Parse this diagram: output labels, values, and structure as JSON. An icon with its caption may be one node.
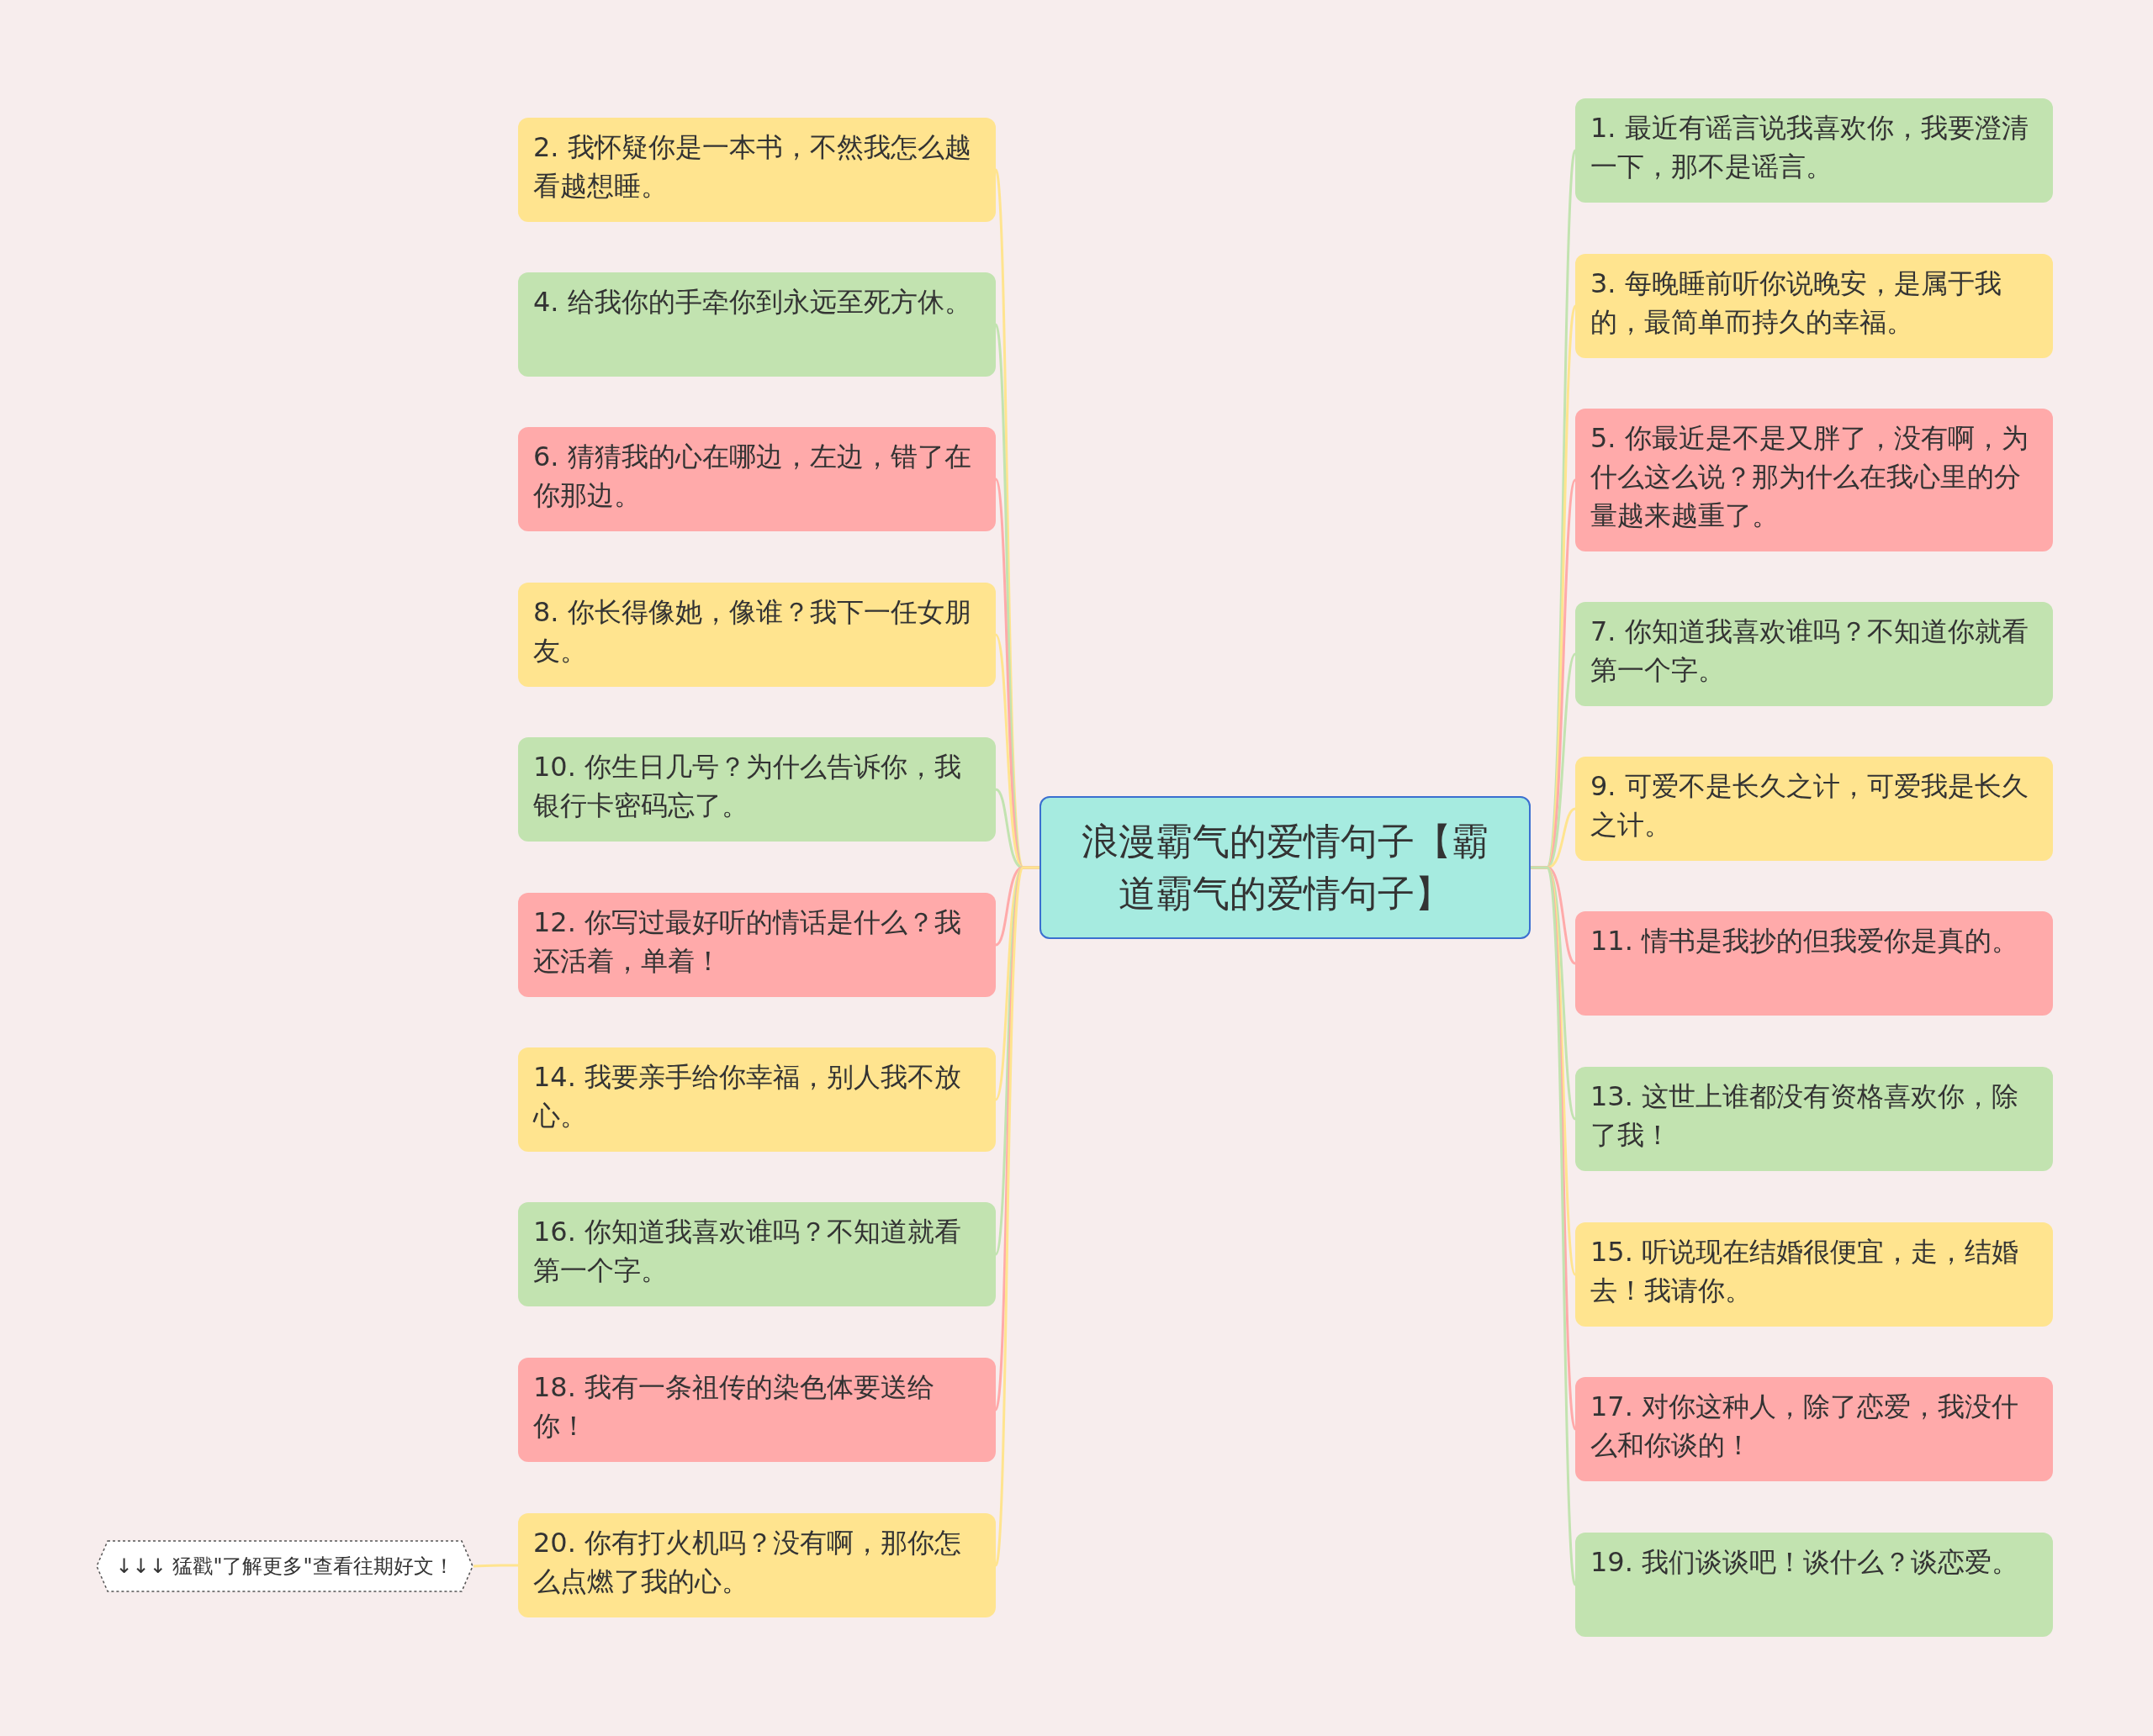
{
  "diagram": {
    "nodes": [
      {
        "text": [
          "浪漫霸气的爱情句子【霸道霸气的爱情句子】"
        ]
      },
      {
        "text": [
          "2. 我怀疑你是一本书，不然我怎么越看越想睡。"
        ]
      },
      {
        "text": [
          "4. 给我你的手牵你到永远至死方休。"
        ]
      },
      {
        "text": [
          "6. 猜猜我的心在哪边，左边，错了在你那边。"
        ]
      },
      {
        "text": [
          "8. 你长得像她，像谁？我下一任女朋友。"
        ]
      },
      {
        "text": [
          "10. 你生日几号？为什么告诉你，我银行卡密码忘了。"
        ]
      },
      {
        "text": [
          "12. 你写过最好听的情话是什么？我还活着，单着！"
        ]
      },
      {
        "text": [
          "14. 我要亲手给你幸福，别人我不放心。"
        ]
      },
      {
        "text": [
          "16. 你知道我喜欢谁吗？不知道就看第一个字。"
        ]
      },
      {
        "text": [
          "18. 我有一条祖传的染色体要送给你！"
        ]
      },
      {
        "text": [
          "20. 你有打火机吗？没有啊，那你怎么点燃了我的心。"
        ]
      },
      {
        "text": [
          "1. 最近有谣言说我喜欢你，我要澄清一下，那不是谣言。"
        ]
      },
      {
        "text": [
          "3. 每晚睡前听你说晚安，是属于我的，最简单而持久的幸福。"
        ]
      },
      {
        "text": [
          "5. 你最近是不是又胖了，没有啊，为什么这么说？那为什么在我心里的分量越来越重了。"
        ]
      },
      {
        "text": [
          "7. 你知道我喜欢谁吗？不知道你就看第一个字。"
        ]
      },
      {
        "text": [
          "9. 可爱不是长久之计，可爱我是长久之计。"
        ]
      },
      {
        "text": [
          "11. 情书是我抄的但我爱你是真的。"
        ]
      },
      {
        "text": [
          "13. 这世上谁都没有资格喜欢你，除了我！"
        ]
      },
      {
        "text": [
          "15. 听说现在结婚很便宜，走，结婚去！我请你。"
        ]
      },
      {
        "text": [
          "17. 对你这种人，除了恋爱，我没什么和你谈的！"
        ]
      },
      {
        "text": [
          "19. 我们谈谈吧！谈什么？谈恋爱。"
        ]
      },
      {
        "text": [
          "↓↓↓ 猛戳\"了解更多\"查看往期好文！"
        ]
      }
    ],
    "edges": [
      {
        "from": 0,
        "to": 1,
        "arrow": "none",
        "color": "#ffe48f"
      },
      {
        "from": 0,
        "to": 2,
        "arrow": "none",
        "color": "#c2e3b0"
      },
      {
        "from": 0,
        "to": 3,
        "arrow": "none",
        "color": "#ffaaaa"
      },
      {
        "from": 0,
        "to": 4,
        "arrow": "none",
        "color": "#ffe48f"
      },
      {
        "from": 0,
        "to": 5,
        "arrow": "none",
        "color": "#c2e3b0"
      },
      {
        "from": 0,
        "to": 6,
        "arrow": "none",
        "color": "#ffaaaa"
      },
      {
        "from": 0,
        "to": 7,
        "arrow": "none",
        "color": "#ffe48f"
      },
      {
        "from": 0,
        "to": 8,
        "arrow": "none",
        "color": "#c2e3b0"
      },
      {
        "from": 0,
        "to": 9,
        "arrow": "none",
        "color": "#ffaaaa"
      },
      {
        "from": 0,
        "to": 10,
        "arrow": "none",
        "color": "#ffe48f"
      },
      {
        "from": 0,
        "to": 11,
        "arrow": "none",
        "color": "#c2e3b0"
      },
      {
        "from": 0,
        "to": 12,
        "arrow": "none",
        "color": "#ffe48f"
      },
      {
        "from": 0,
        "to": 13,
        "arrow": "none",
        "color": "#ffaaaa"
      },
      {
        "from": 0,
        "to": 14,
        "arrow": "none",
        "color": "#c2e3b0"
      },
      {
        "from": 0,
        "to": 15,
        "arrow": "none",
        "color": "#ffe48f"
      },
      {
        "from": 0,
        "to": 16,
        "arrow": "none",
        "color": "#ffaaaa"
      },
      {
        "from": 0,
        "to": 17,
        "arrow": "none",
        "color": "#c2e3b0"
      },
      {
        "from": 0,
        "to": 18,
        "arrow": "none",
        "color": "#ffe48f"
      },
      {
        "from": 0,
        "to": 19,
        "arrow": "none",
        "color": "#ffaaaa"
      },
      {
        "from": 0,
        "to": 20,
        "arrow": "none",
        "color": "#c2e3b0"
      },
      {
        "from": 10,
        "to": 21,
        "arrow": "none",
        "color": "#ffe48f"
      }
    ]
  }
}
